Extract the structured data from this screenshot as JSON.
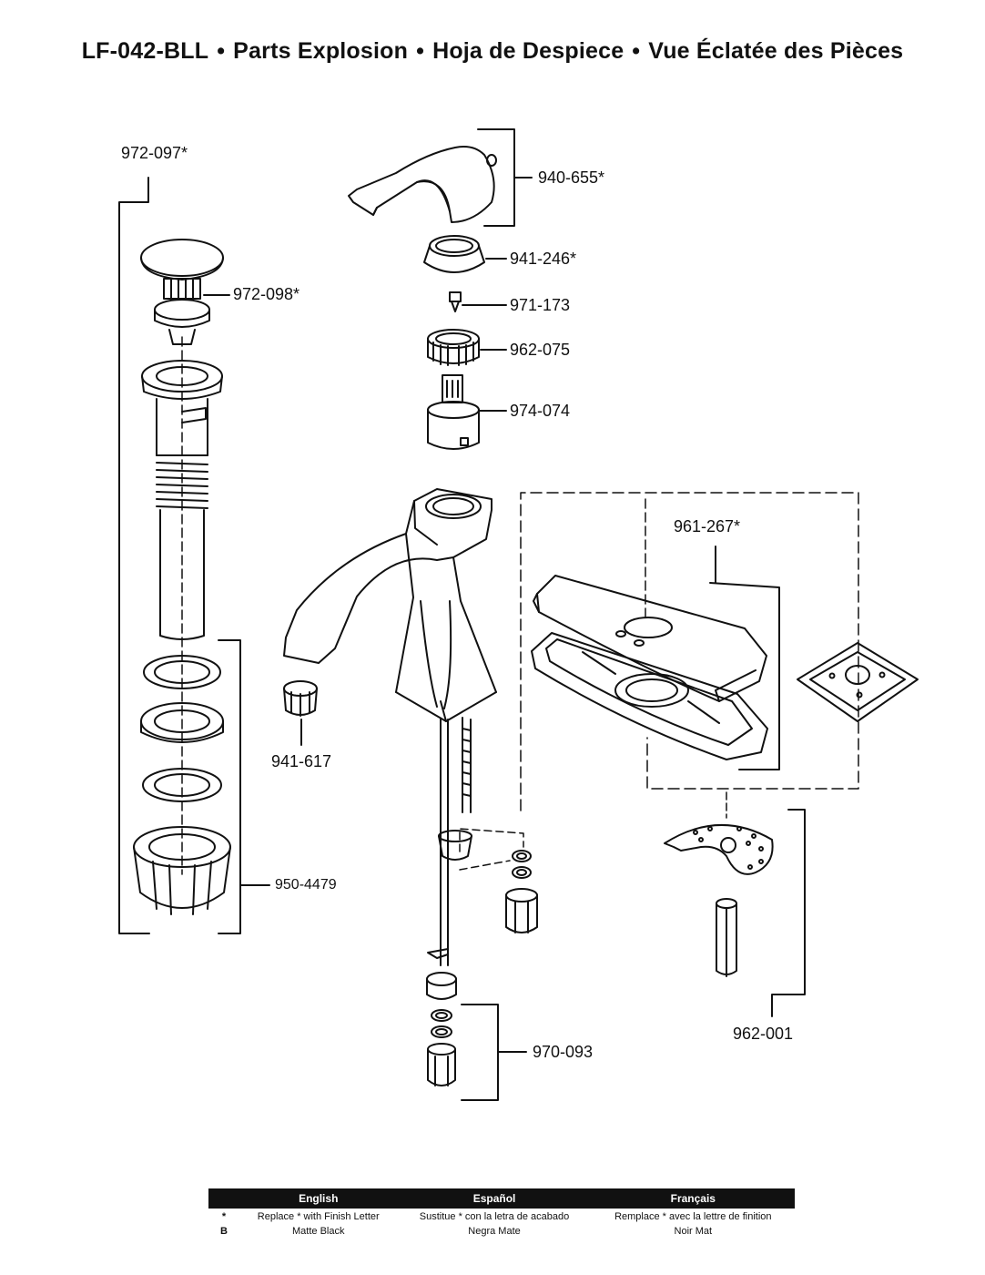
{
  "header": {
    "model": "LF-042-BLL",
    "title_en": "Parts Explosion",
    "title_es": "Hoja de Despiece",
    "title_fr": "Vue Éclatée des Pièces",
    "separator": "•"
  },
  "parts": {
    "drain_assembly": "972-097*",
    "pop_up_stopper": "972-098*",
    "handle": "940-655*",
    "handle_cap": "941-246*",
    "screw": "971-173",
    "bonnet_nut": "962-075",
    "cartridge": "974-074",
    "deck_plate": "961-267*",
    "aerator": "941-617",
    "drain_gasket_kit": "950-4479",
    "mounting_kit": "962-001",
    "supply_line_kit": "970-093"
  },
  "legend": {
    "headers": [
      "English",
      "Español",
      "Français"
    ],
    "rows": [
      {
        "code": "*",
        "en": "Replace * with Finish Letter",
        "es": "Sustitue * con la letra de acabado",
        "fr": "Remplace * avec la lettre de finition"
      },
      {
        "code": "B",
        "en": "Matte Black",
        "es": "Negra Mate",
        "fr": "Noir Mat"
      }
    ]
  },
  "colors": {
    "ink": "#111111",
    "legend_header_bg": "#111111",
    "legend_header_text": "#ffffff"
  }
}
